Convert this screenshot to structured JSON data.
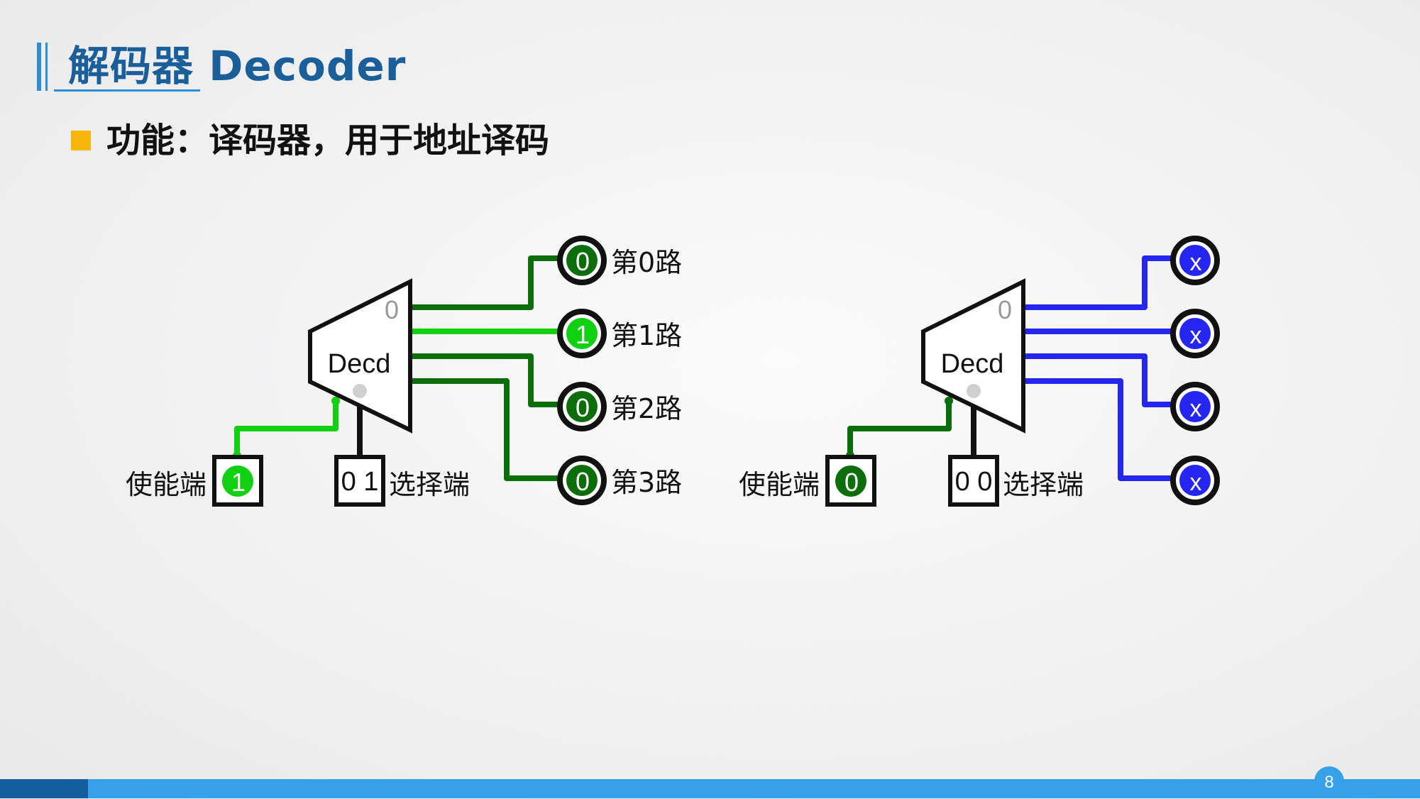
{
  "slide": {
    "title": "解码器 Decoder",
    "bullet": "功能：译码器，用于地址译码",
    "page_number": "8"
  },
  "colors": {
    "active_wire": "#11d011",
    "inactive_wire": "#0b6e0b",
    "error_wire": "#2626f2",
    "title": "#1a5f9a",
    "accent_bar": "#36a0e8",
    "bullet": "#f6b70c"
  },
  "circuit_left": {
    "decoder_label": "Decd",
    "decoder_index": "0",
    "enable_label": "使能端",
    "enable_value": "1",
    "select_label": "选择端",
    "select_value": "0 1",
    "outputs": [
      {
        "value": "0",
        "label": "第0路"
      },
      {
        "value": "1",
        "label": "第1路"
      },
      {
        "value": "0",
        "label": "第2路"
      },
      {
        "value": "0",
        "label": "第3路"
      }
    ]
  },
  "circuit_right": {
    "decoder_label": "Decd",
    "decoder_index": "0",
    "enable_label": "使能端",
    "enable_value": "0",
    "select_label": "选择端",
    "select_value": "0 0",
    "outputs": [
      {
        "value": "x"
      },
      {
        "value": "x"
      },
      {
        "value": "x"
      },
      {
        "value": "x"
      }
    ]
  }
}
